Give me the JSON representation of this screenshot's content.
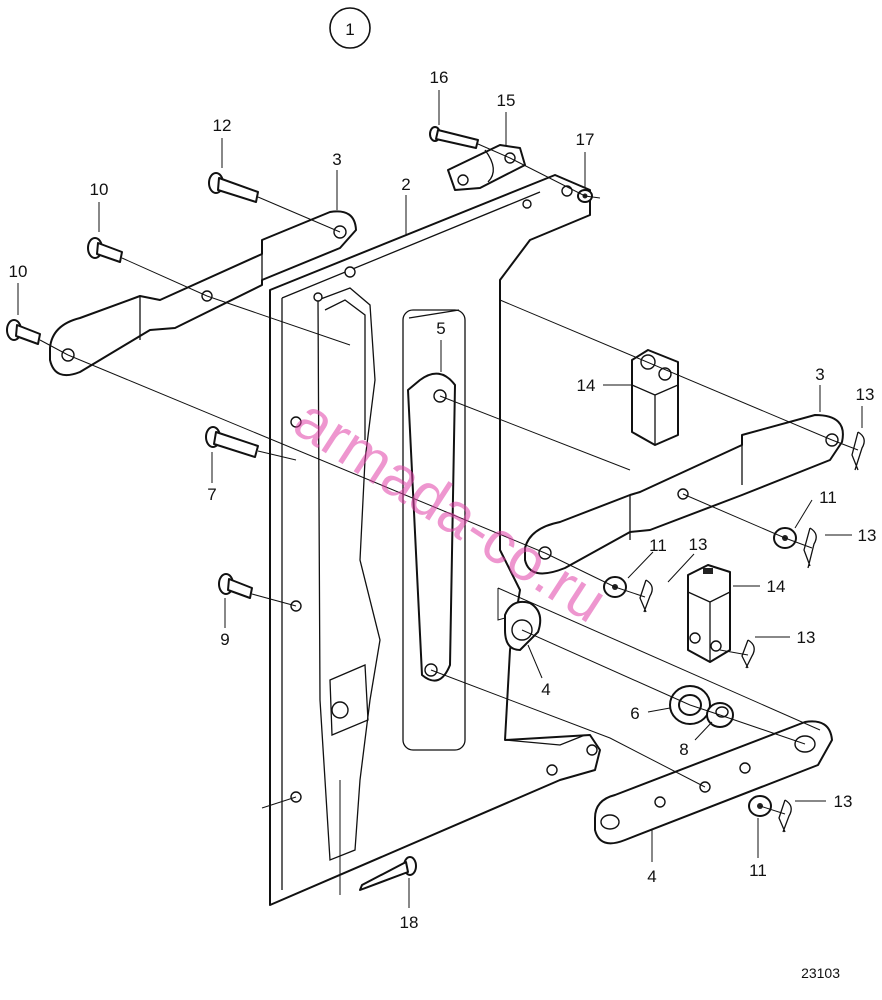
{
  "figure_number": "1",
  "reference": "23103",
  "watermark": "armada-co.ru",
  "callouts": [
    "1",
    "2",
    "3",
    "3",
    "4",
    "4",
    "5",
    "6",
    "7",
    "8",
    "9",
    "10",
    "10",
    "11",
    "11",
    "11",
    "12",
    "13",
    "13",
    "13",
    "13",
    "13",
    "14",
    "14",
    "15",
    "16",
    "17",
    "18"
  ],
  "labels": {
    "l1": "1",
    "l2": "2",
    "l3a": "3",
    "l3b": "3",
    "l4a": "4",
    "l4b": "4",
    "l5": "5",
    "l6": "6",
    "l7": "7",
    "l8": "8",
    "l9": "9",
    "l10a": "10",
    "l10b": "10",
    "l11a": "11",
    "l11b": "11",
    "l11c": "11",
    "l12": "12",
    "l13a": "13",
    "l13b": "13",
    "l13c": "13",
    "l13d": "13",
    "l13e": "13",
    "l14a": "14",
    "l14b": "14",
    "l15": "15",
    "l16": "16",
    "l17": "17",
    "l18": "18"
  },
  "colors": {
    "line": "#111111",
    "watermark": "#e040a8",
    "background": "#ffffff"
  }
}
